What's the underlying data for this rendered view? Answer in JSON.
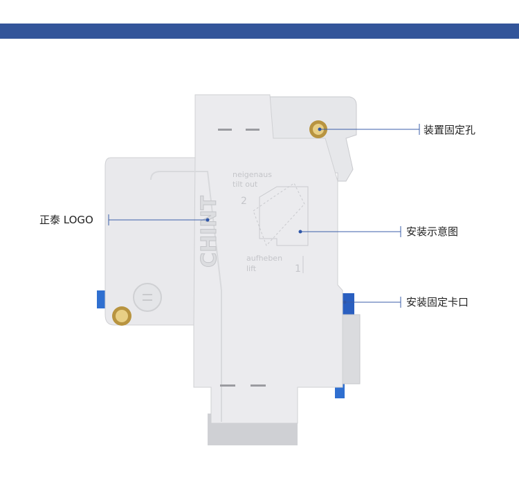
{
  "colors": {
    "banner": "#33559a",
    "callout_line": "#3a5ea8",
    "body": "#e8e8ea",
    "clip": "#2f6fd0",
    "brass": "#d6b25a"
  },
  "product": {
    "embossed": {
      "brand": "CHINT",
      "tilt_de": "neigenaus",
      "tilt_en": "tilt out",
      "step2": "2",
      "lift_de": "aufheben",
      "lift_en": "lift",
      "step1": "1"
    }
  },
  "callouts": [
    {
      "id": "mounting-hole",
      "text": "装置固定孔"
    },
    {
      "id": "logo",
      "text": "正泰 LOGO"
    },
    {
      "id": "install-diagram",
      "text": "安装示意图"
    },
    {
      "id": "mounting-clip",
      "text": "安装固定卡口"
    }
  ]
}
